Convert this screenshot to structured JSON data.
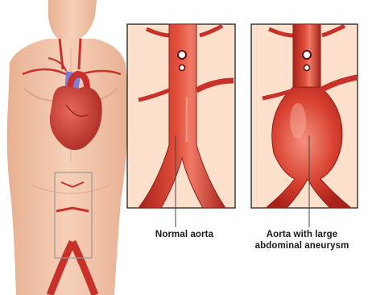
{
  "figure": {
    "labels": {
      "normal": "Normal aorta",
      "aneurysm_line1": "Aorta with large",
      "aneurysm_line2": "abdominal aneurysm"
    },
    "colors": {
      "skin": "#f2c4a8",
      "skin_shadow": "#e4a88a",
      "artery": "#d0362a",
      "artery_dark": "#a8221a",
      "artery_highlight": "#ef7a66",
      "vein": "#7c7ed6",
      "heart": "#c8352c",
      "panel_bg": "#fde0cc",
      "panel_border": "#222222"
    }
  }
}
